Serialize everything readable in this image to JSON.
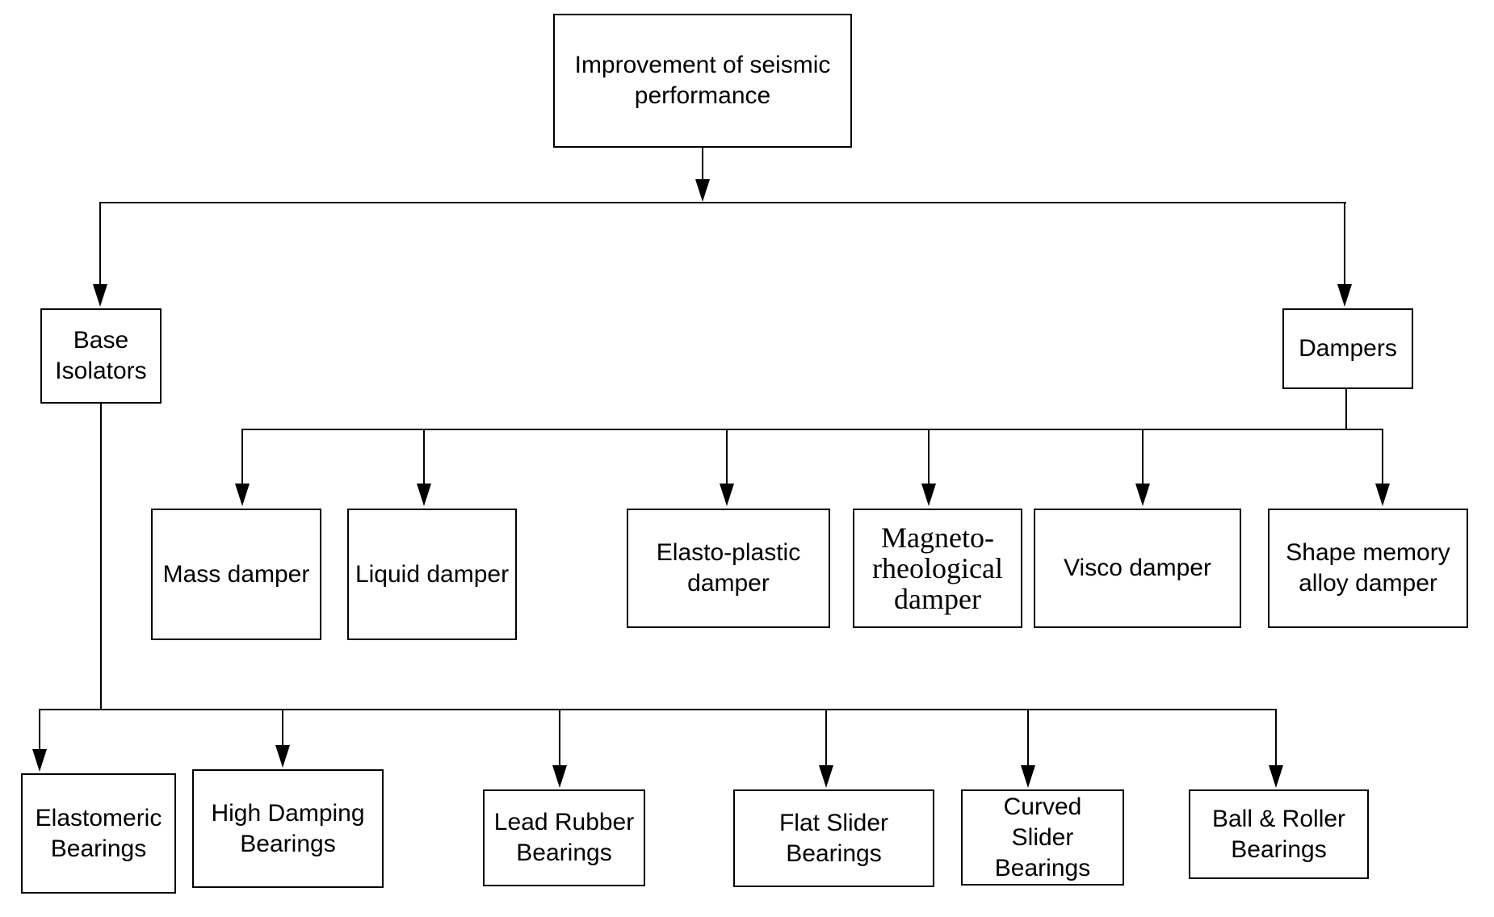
{
  "diagram": {
    "title_node": {
      "label": "Improvement of seismic performance"
    },
    "branches": {
      "base_isolators": {
        "label": "Base Isolators"
      },
      "dampers": {
        "label": "Dampers"
      }
    },
    "damper_types": [
      {
        "label": "Mass damper"
      },
      {
        "label": "Liquid damper"
      },
      {
        "label": "Elasto-plastic damper"
      },
      {
        "label": "Magneto-rheological damper"
      },
      {
        "label": "Visco damper"
      },
      {
        "label": "Shape memory alloy damper"
      }
    ],
    "isolator_types": [
      {
        "label": "Elastomeric Bearings"
      },
      {
        "label": "High Damping Bearings"
      },
      {
        "label": "Lead Rubber Bearings"
      },
      {
        "label": "Flat Slider Bearings"
      },
      {
        "label": "Curved Slider Bearings"
      },
      {
        "label": "Ball & Roller Bearings"
      }
    ],
    "colors": {
      "background": "#ffffff",
      "line": "#000000",
      "box_border": "#000000",
      "text": "#000000"
    }
  }
}
